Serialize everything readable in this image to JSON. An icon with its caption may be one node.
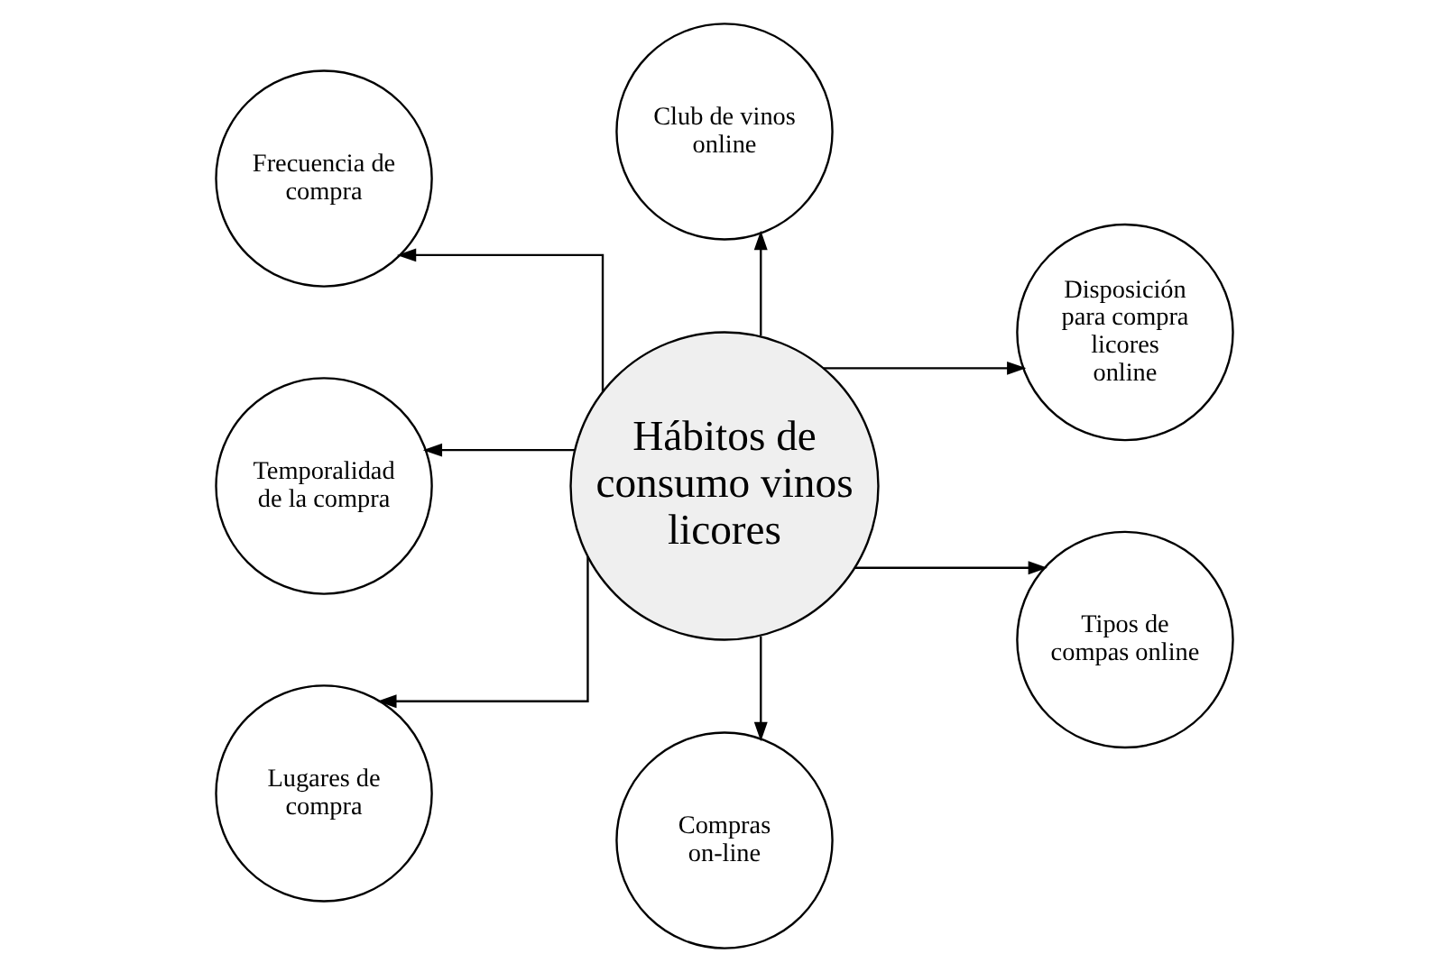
{
  "diagram": {
    "nodes": [
      {
        "text": [
          "Frecuencia de compra"
        ]
      },
      {
        "text": [
          "Club de vinos online"
        ]
      },
      {
        "text": [
          "Disposición para compra licores online"
        ]
      },
      {
        "text": [
          "Temporalidad de la compra"
        ]
      },
      {
        "text": [
          "Hábitos de consumo vinos licores"
        ]
      },
      {
        "text": [
          "Lugares de compra"
        ]
      },
      {
        "text": [
          "Compras on-line"
        ]
      },
      {
        "text": [
          "Tipos de compas online"
        ]
      }
    ],
    "edges": [
      {
        "from": 4,
        "to": 0,
        "arrow": "to"
      },
      {
        "from": 4,
        "to": 1,
        "arrow": "to"
      },
      {
        "from": 4,
        "to": 2,
        "arrow": "to"
      },
      {
        "from": 4,
        "to": 3,
        "arrow": "to"
      },
      {
        "from": 4,
        "to": 5,
        "arrow": "to"
      },
      {
        "from": 4,
        "to": 6,
        "arrow": "to"
      },
      {
        "from": 4,
        "to": 7,
        "arrow": "to"
      }
    ]
  }
}
